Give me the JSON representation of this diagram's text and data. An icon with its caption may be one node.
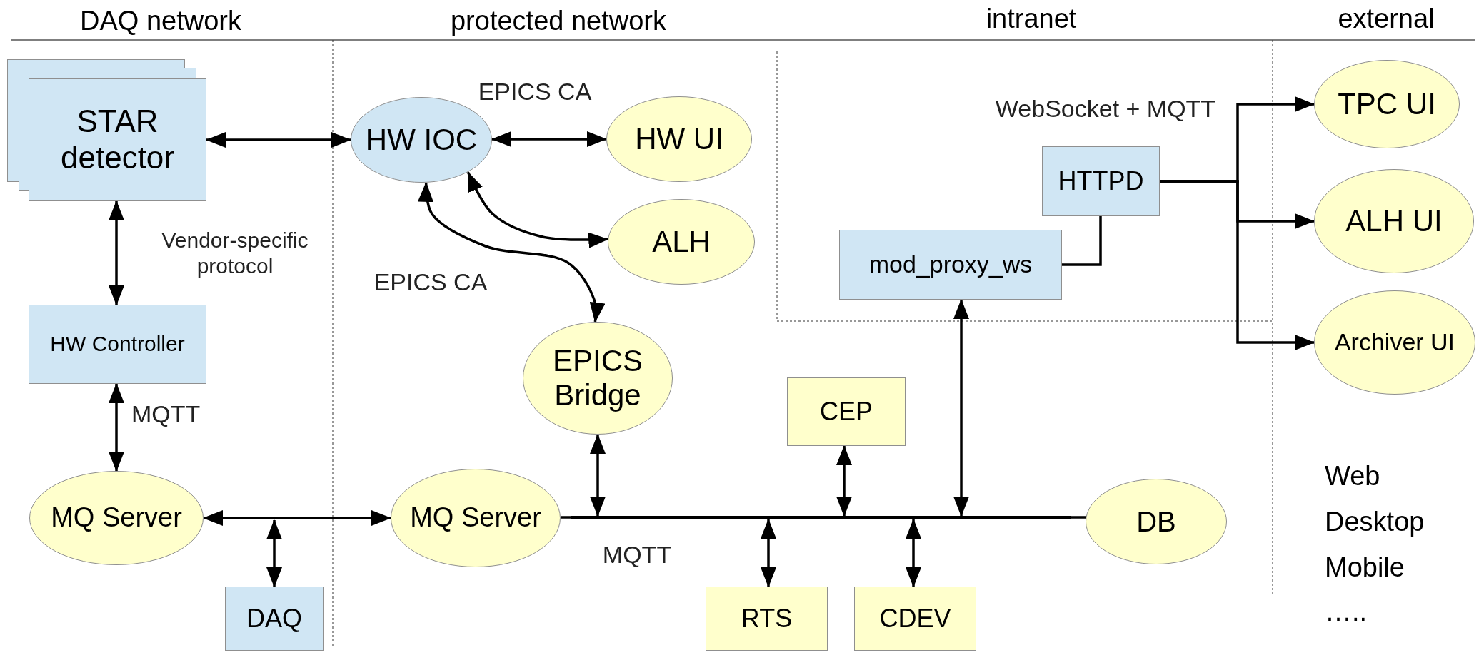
{
  "diagram": {
    "nodes": [
      {
        "text": [
          "STAR detector"
        ]
      },
      {
        "text": [
          "HW IOC"
        ]
      },
      {
        "text": [
          "HW UI"
        ]
      },
      {
        "text": [
          "ALH"
        ]
      },
      {
        "text": [
          "EPICS Bridge"
        ]
      },
      {
        "text": [
          "HTTPD"
        ]
      },
      {
        "text": [
          "mod_proxy_ws"
        ]
      },
      {
        "text": [
          "TPC UI"
        ]
      },
      {
        "text": [
          "ALH UI"
        ]
      },
      {
        "text": [
          "Archiver UI"
        ]
      },
      {
        "text": [
          "HW Controller"
        ]
      },
      {
        "text": [
          "CEP"
        ]
      },
      {
        "text": [
          "MQ Server"
        ]
      },
      {
        "text": [
          "MQ Server"
        ]
      },
      {
        "text": [
          "DB"
        ]
      },
      {
        "text": [
          "DAQ"
        ]
      },
      {
        "text": [
          "RTS"
        ]
      },
      {
        "text": [
          "CDEV"
        ]
      },
      {
        "text": [],
        "shape": "bar"
      }
    ],
    "edges": [
      {
        "from": 0,
        "to": 1,
        "arrow": "both"
      },
      {
        "from": 1,
        "to": 2,
        "arrow": "both",
        "label": "EPICS CA"
      },
      {
        "from": 1,
        "to": 3,
        "arrow": "both"
      },
      {
        "from": 1,
        "to": 4,
        "arrow": "both",
        "label": "EPICS CA"
      },
      {
        "from": 0,
        "to": 10,
        "arrow": "both",
        "label": "Vendor-specific protocol"
      },
      {
        "from": 10,
        "to": 12,
        "arrow": "both",
        "label": "MQTT"
      },
      {
        "from": 12,
        "to": 13,
        "arrow": "both"
      },
      {
        "from": 15,
        "to": null,
        "arrow": "both"
      },
      {
        "from": 13,
        "to": 18,
        "arrow": "none"
      },
      {
        "from": 18,
        "to": 14,
        "arrow": "none"
      },
      {
        "from": 4,
        "to": 18,
        "arrow": "both"
      },
      {
        "from": 11,
        "to": 18,
        "arrow": "both"
      },
      {
        "from": 6,
        "to": 18,
        "arrow": "both"
      },
      {
        "from": 16,
        "to": 18,
        "arrow": "both"
      },
      {
        "from": 17,
        "to": 18,
        "arrow": "both"
      },
      {
        "from": 6,
        "to": 5,
        "arrow": "none"
      },
      {
        "from": 5,
        "to": 7,
        "arrow": "to"
      },
      {
        "from": 5,
        "to": 8,
        "arrow": "to"
      },
      {
        "from": 5,
        "to": 9,
        "arrow": "to"
      }
    ],
    "labels": [
      "DAQ network",
      "protected network",
      "intranet",
      "external",
      "WebSocket + MQTT",
      "MQTT",
      "Web",
      "Desktop",
      "Mobile",
      "….."
    ]
  }
}
